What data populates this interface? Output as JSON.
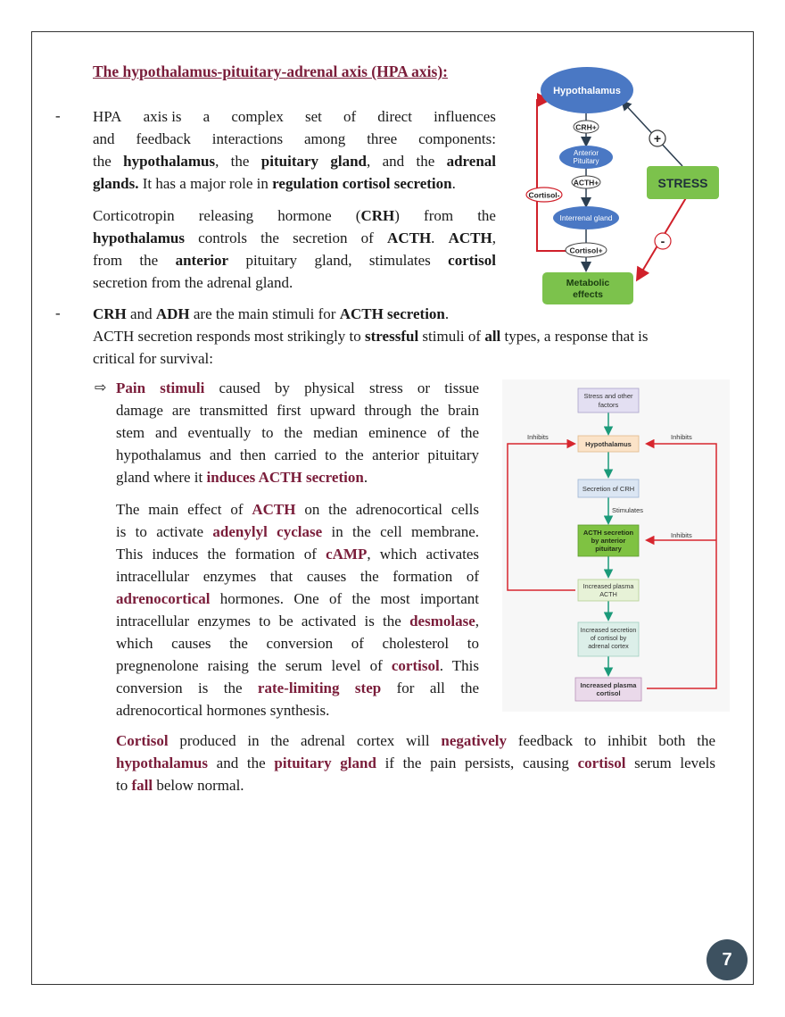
{
  "title": "The hypothalamus-pituitary-adrenal axis (HPA axis):",
  "p1": {
    "l1": [
      "HPA",
      "axis is",
      "a",
      "complex",
      "set",
      "of",
      "direct",
      "influences"
    ],
    "l2": "and feedback interactions among three components:",
    "l3": {
      "a": "the ",
      "b": "hypothalamus",
      "c": ", the ",
      "d": "pituitary gland",
      "e": ", and the ",
      "f": "adrenal"
    },
    "l4": {
      "a": "glands.",
      "b": " It has a major role in ",
      "c": "regulation cortisol secretion",
      "d": "."
    }
  },
  "p2": {
    "l1": {
      "a": "Corticotropin releasing hormone (",
      "b": "CRH",
      "c": ") from the"
    },
    "l2": {
      "a": "hypothalamus",
      "b": " controls the secretion of ",
      "c": "ACTH",
      "d": ". ",
      "e": "ACTH",
      "f": ","
    },
    "l3": {
      "a": "from the ",
      "b": "anterior",
      "c": " pituitary gland, stimulates ",
      "d": "cortisol"
    },
    "l4": "secretion from the adrenal gland."
  },
  "p3": {
    "l1": {
      "a": "CRH",
      "b": " and ",
      "c": "ADH",
      "d": " are the main stimuli for ",
      "e": "ACTH secretion",
      "f": "."
    },
    "l2": {
      "a": "ACTH secretion responds most strikingly to ",
      "b": "stressful",
      "c": " stimuli of ",
      "d": "all",
      "e": " types, a response that is"
    },
    "l3": "critical for survival:"
  },
  "p4": {
    "l1": {
      "a": "Pain stimuli",
      "b": " caused by physical stress or tissue"
    },
    "l2": "damage are transmitted first upward through the brain",
    "l3": "stem and eventually to the median eminence of the",
    "l4": "hypothalamus and then carried to the anterior pituitary",
    "l5": {
      "a": "gland where it ",
      "b": "induces ACTH secretion",
      "c": "."
    }
  },
  "p5": {
    "l1": {
      "a": "The main effect of ",
      "b": "ACTH",
      "c": " on the adrenocortical cells"
    },
    "l2": {
      "a": "is to activate ",
      "b": "adenylyl cyclase",
      "c": " in the cell membrane."
    },
    "l3": {
      "a": "This induces the formation of ",
      "b": "cAMP",
      "c": ", which activates"
    },
    "l4": "intracellular enzymes that causes the formation of",
    "l5": {
      "a": "adrenocortical",
      "b": " hormones. One of the most important"
    },
    "l6": {
      "a": "intracellular enzymes to be activated is the ",
      "b": "desmolase",
      "c": ","
    },
    "l7": "which causes the conversion of cholesterol to",
    "l8": {
      "a": "pregnenolone raising the serum level of ",
      "b": "cortisol",
      "c": ". This"
    },
    "l9": {
      "a": "conversion is the ",
      "b": "rate-limiting step",
      "c": " for all the"
    },
    "l10": "adrenocortical hormones synthesis."
  },
  "p6": {
    "l1": {
      "a": "Cortisol",
      "b": " produced in the adrenal cortex will ",
      "c": "negatively",
      "d": " feedback to inhibit both the"
    },
    "l2": {
      "a": "hypothalamus",
      "b": " and the ",
      "c": "pituitary gland",
      "d": " if the pain persists, causing ",
      "e": "cortisol",
      "f": " serum levels"
    },
    "l3": {
      "a": "to ",
      "b": "fall",
      "c": " below normal."
    }
  },
  "fig1": {
    "hypothalamus": "Hypothalamus",
    "crh": "CRH+",
    "anterior": "Anterior",
    "pituitary": "Pituitary",
    "acth": "ACTH+",
    "cortisol_minus": "Cortisol-",
    "interrenal": "Interrenal gland",
    "cortisol_plus": "Cortisol+",
    "metabolic1": "Metabolic",
    "metabolic2": "effects",
    "stress": "STRESS",
    "plus": "+",
    "minus": "-",
    "colors": {
      "blue": "#4a78c4",
      "green": "#7cc24c",
      "red": "#d0202a"
    }
  },
  "fig2": {
    "stress1": "Stress and other",
    "stress2": "factors",
    "hypothalamus": "Hypothalamus",
    "inhibits_left": "Inhibits",
    "inhibits_right": "Inhibits",
    "inhibits_mid": "Inhibits",
    "crh": "Secretion of CRH",
    "stimulates": "Stimulates",
    "acth1": "ACTH secretion",
    "acth2": "by anterior",
    "acth3": "pituitary",
    "plasma1": "Increased plasma",
    "plasma2": "ACTH",
    "sec1": "Increased secretion",
    "sec2": "of cortisol by",
    "sec3": "adrenal cortex",
    "cort1": "Increased plasma",
    "cort2": "cortisol"
  },
  "page_number": "7"
}
